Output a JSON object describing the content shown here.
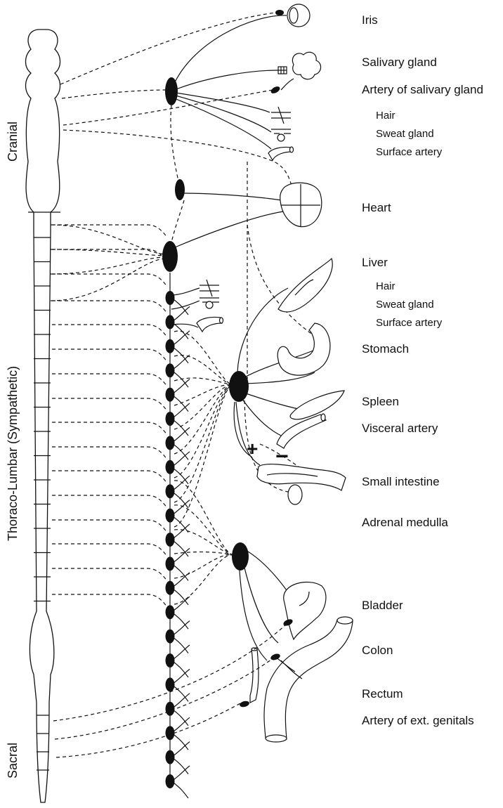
{
  "regions": {
    "cranial": "Cranial",
    "thoracolumbar": "Thoraco-Lumbar (Sympathetic)",
    "sacral": "Sacral"
  },
  "organs": {
    "iris": "Iris",
    "salivary_gland": "Salivary gland",
    "artery_salivary": "Artery of salivary gland",
    "hair_1": "Hair",
    "sweat_gland_1": "Sweat gland",
    "surface_artery_1": "Surface artery",
    "heart": "Heart",
    "liver": "Liver",
    "hair_2": "Hair",
    "sweat_gland_2": "Sweat gland",
    "surface_artery_2": "Surface artery",
    "stomach": "Stomach",
    "spleen": "Spleen",
    "visceral_artery": "Visceral artery",
    "small_intestine": "Small intestine",
    "adrenal_medulla": "Adrenal medulla",
    "bladder": "Bladder",
    "colon": "Colon",
    "rectum": "Rectum",
    "artery_ext_genitals": "Artery of ext. genitals"
  },
  "signs": {
    "plus": "+",
    "minus": "−"
  }
}
